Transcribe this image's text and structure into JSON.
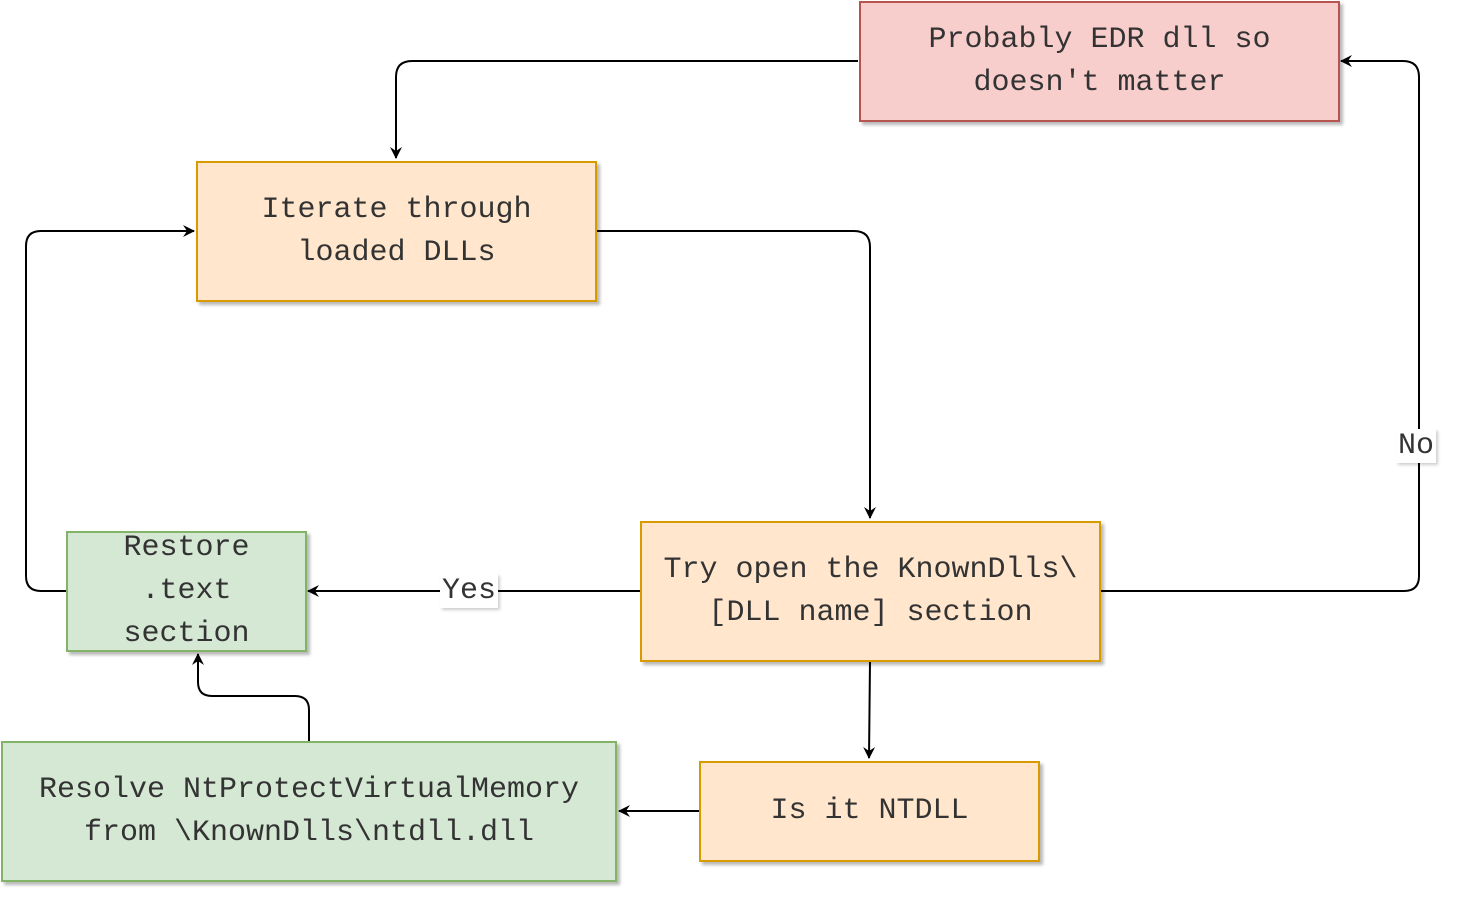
{
  "nodes": {
    "edr": "Probably EDR dll so doesn't matter",
    "iterate": "Iterate through loaded DLLs",
    "try_open": "Try open the KnownDlls\\[DLL name] section",
    "restore": "Restore .text section",
    "ntdll": "Is it NTDLL",
    "resolve": "Resolve NtProtectVirtualMemory from \\KnownDlls\\ntdll.dll"
  },
  "edge_labels": {
    "yes": "Yes",
    "no": "No"
  },
  "colors": {
    "process_fill": "#ffe6cc",
    "process_stroke": "#d79b00",
    "action_fill": "#d5e8d4",
    "action_stroke": "#82b366",
    "terminal_fill": "#f8cecc",
    "terminal_stroke": "#b85450",
    "edge": "#000000"
  }
}
